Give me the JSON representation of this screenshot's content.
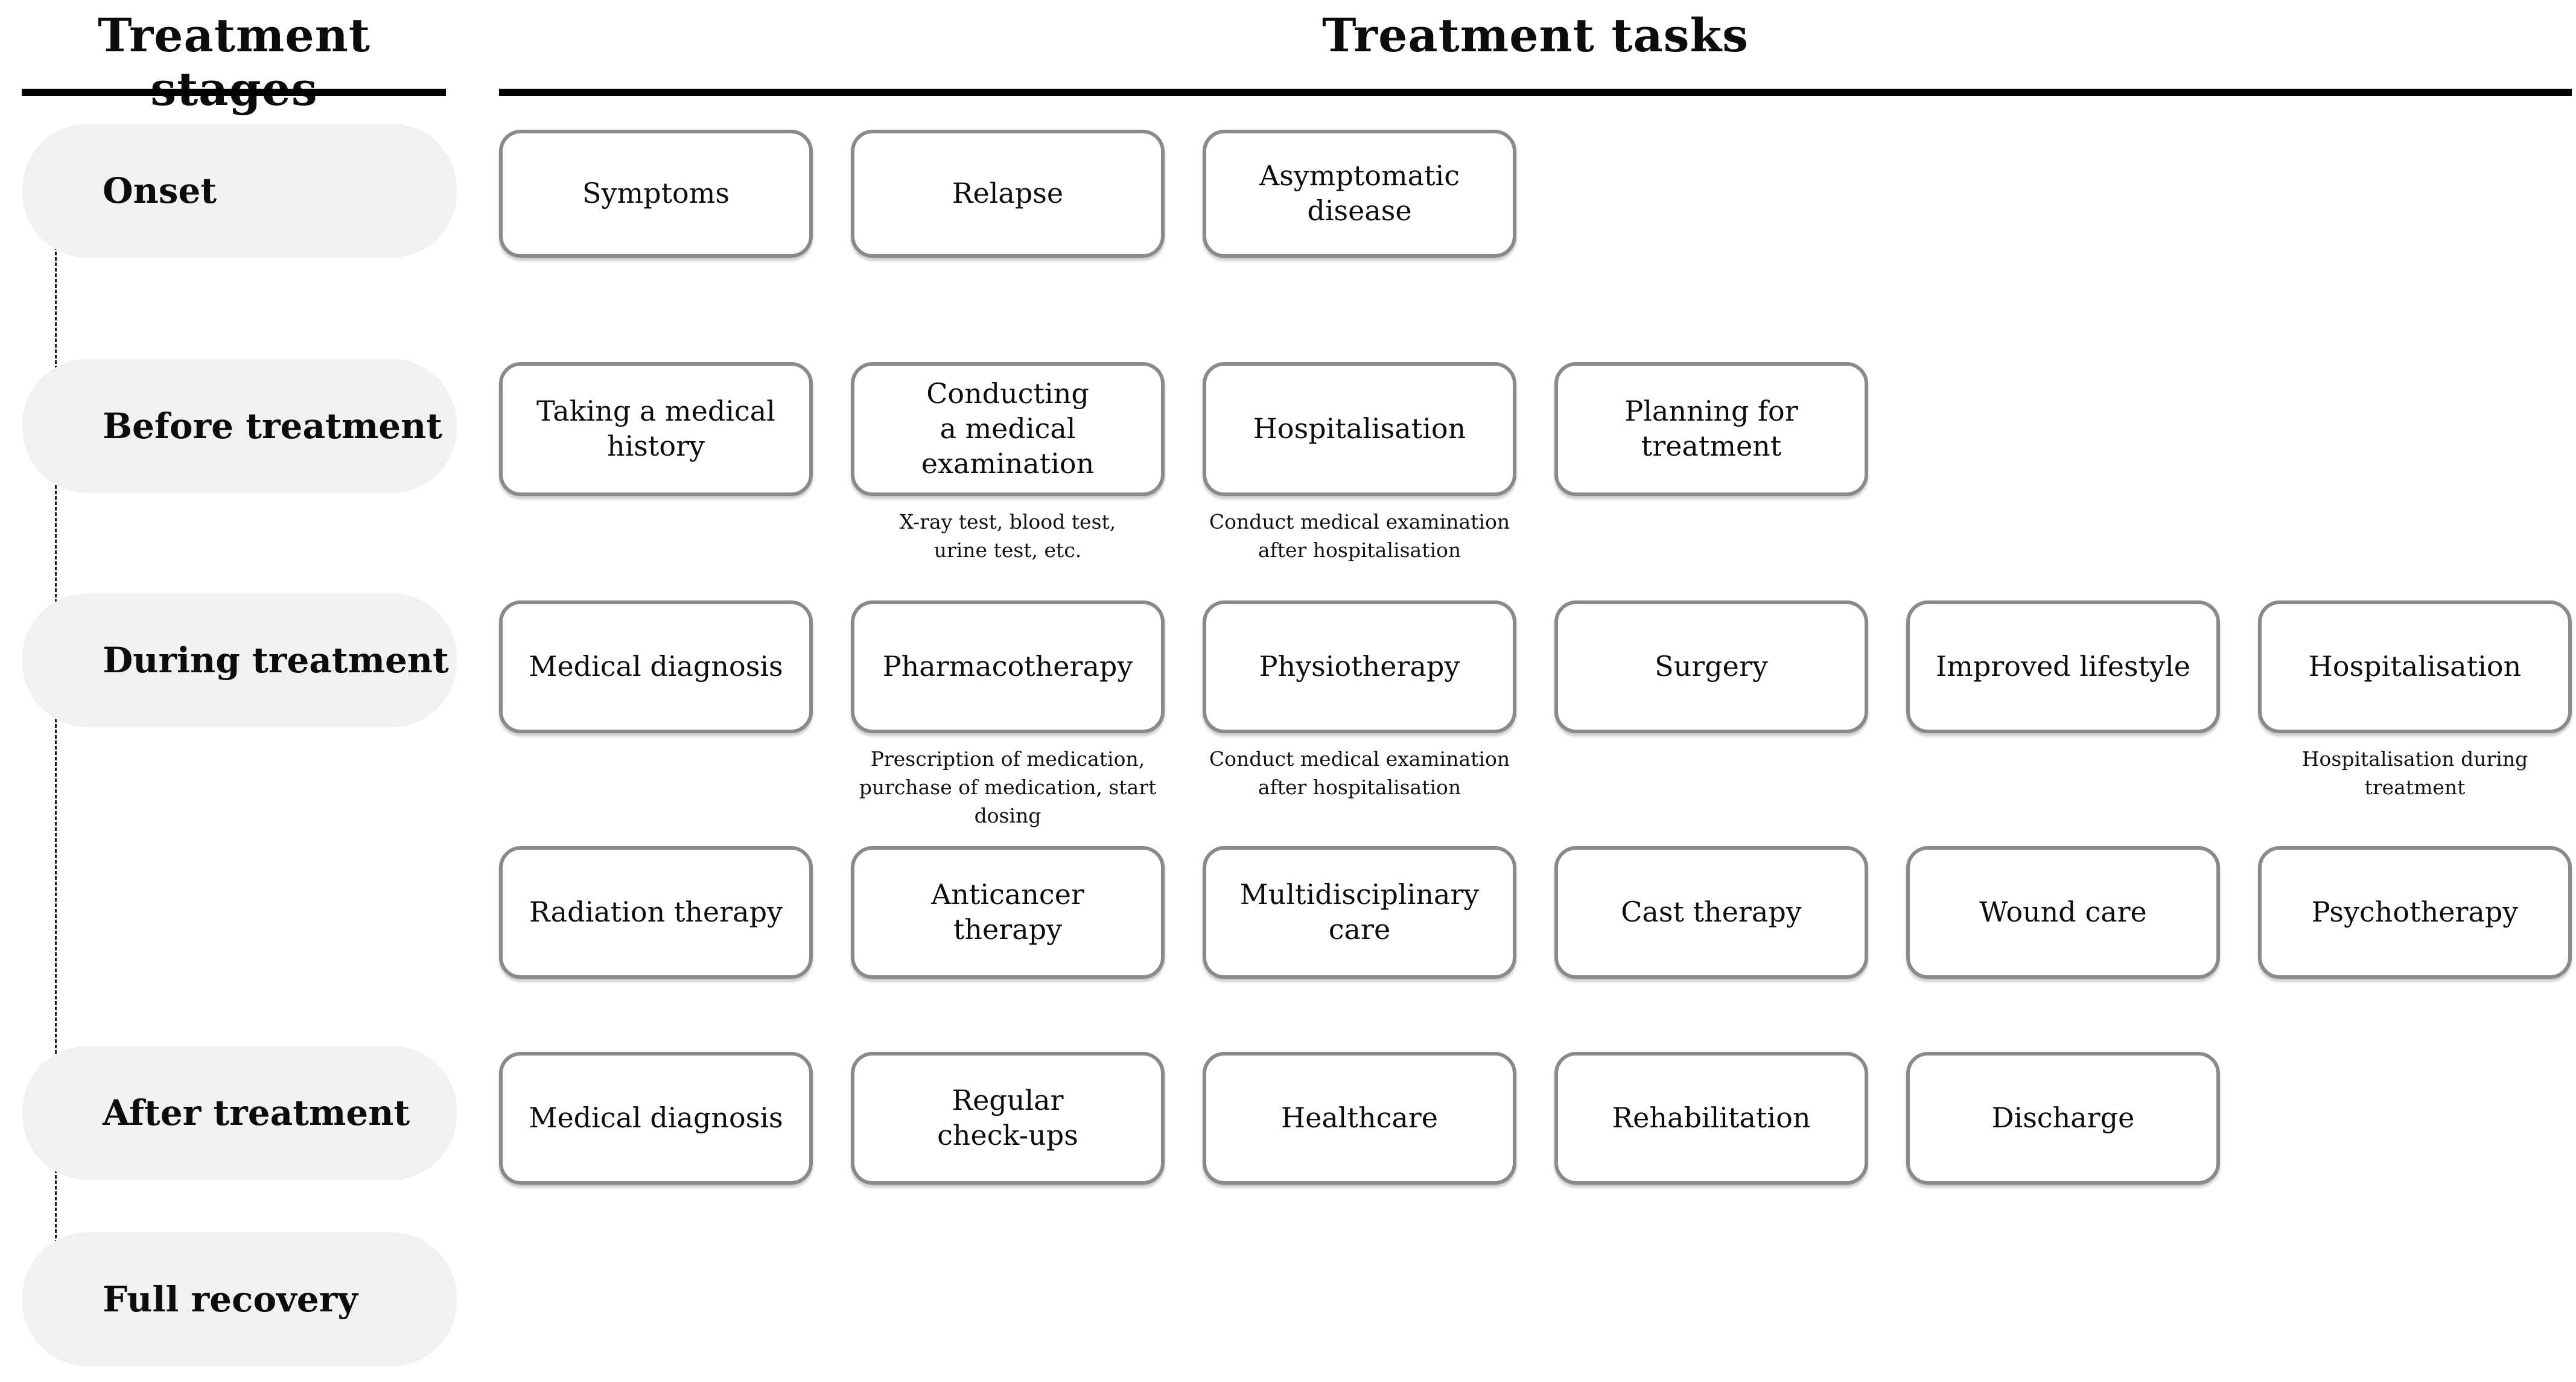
{
  "colors": {
    "pill_background": "#f1f1f0",
    "box_border": "#8a8a8a",
    "rule": "#000000",
    "text": "#0c0c0c"
  },
  "titles": {
    "stages": "Treatment stages",
    "tasks": "Treatment tasks"
  },
  "stages": [
    {
      "label": "Onset"
    },
    {
      "label": "Before treatment"
    },
    {
      "label": "During treatment"
    },
    {
      "label": "After treatment"
    },
    {
      "label": "Full recovery"
    }
  ],
  "rows": [
    {
      "boxes": [
        {
          "label": "Symptoms"
        },
        {
          "label": "Relapse"
        },
        {
          "label": "Asymptomatic\ndisease"
        }
      ]
    },
    {
      "boxes": [
        {
          "label": "Taking a medical\nhistory"
        },
        {
          "label": "Conducting\na medical\nexamination",
          "note": "X-ray test, blood test,\nurine test, etc."
        },
        {
          "label": "Hospitalisation",
          "note": "Conduct medical examination\nafter hospitalisation"
        },
        {
          "label": "Planning for\ntreatment"
        }
      ]
    },
    {
      "boxes": [
        {
          "label": "Medical diagnosis"
        },
        {
          "label": "Pharmacotherapy",
          "note": "Prescription of medication,\npurchase of medication, start\ndosing"
        },
        {
          "label": "Physiotherapy",
          "note": "Conduct medical examination\nafter hospitalisation"
        },
        {
          "label": "Surgery"
        },
        {
          "label": "Improved lifestyle"
        },
        {
          "label": "Hospitalisation",
          "note": "Hospitalisation during\ntreatment"
        }
      ]
    },
    {
      "boxes": [
        {
          "label": "Radiation therapy"
        },
        {
          "label": "Anticancer\ntherapy"
        },
        {
          "label": "Multidisciplinary\ncare"
        },
        {
          "label": "Cast therapy"
        },
        {
          "label": "Wound care"
        },
        {
          "label": "Psychotherapy"
        }
      ]
    },
    {
      "boxes": [
        {
          "label": "Medical diagnosis"
        },
        {
          "label": "Regular\ncheck-ups"
        },
        {
          "label": "Healthcare"
        },
        {
          "label": "Rehabilitation"
        },
        {
          "label": "Discharge"
        }
      ]
    }
  ]
}
